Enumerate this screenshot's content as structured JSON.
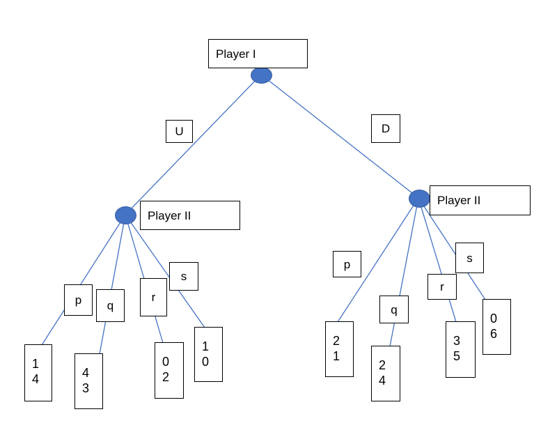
{
  "root": {
    "player": "Player I",
    "moves": [
      "U",
      "D"
    ]
  },
  "left_node": {
    "player": "Player II",
    "moves": [
      "p",
      "q",
      "r",
      "s"
    ],
    "payoffs": [
      [
        "1",
        "4"
      ],
      [
        "4",
        "3"
      ],
      [
        "0",
        "2"
      ],
      [
        "1",
        "0"
      ]
    ]
  },
  "right_node": {
    "player": "Player II",
    "moves": [
      "p",
      "q",
      "r",
      "s"
    ],
    "payoffs": [
      [
        "2",
        "1"
      ],
      [
        "2",
        "4"
      ],
      [
        "3",
        "5"
      ],
      [
        "0",
        "6"
      ]
    ]
  },
  "colors": {
    "edge": "#4472c4",
    "node": "#4472c4"
  }
}
